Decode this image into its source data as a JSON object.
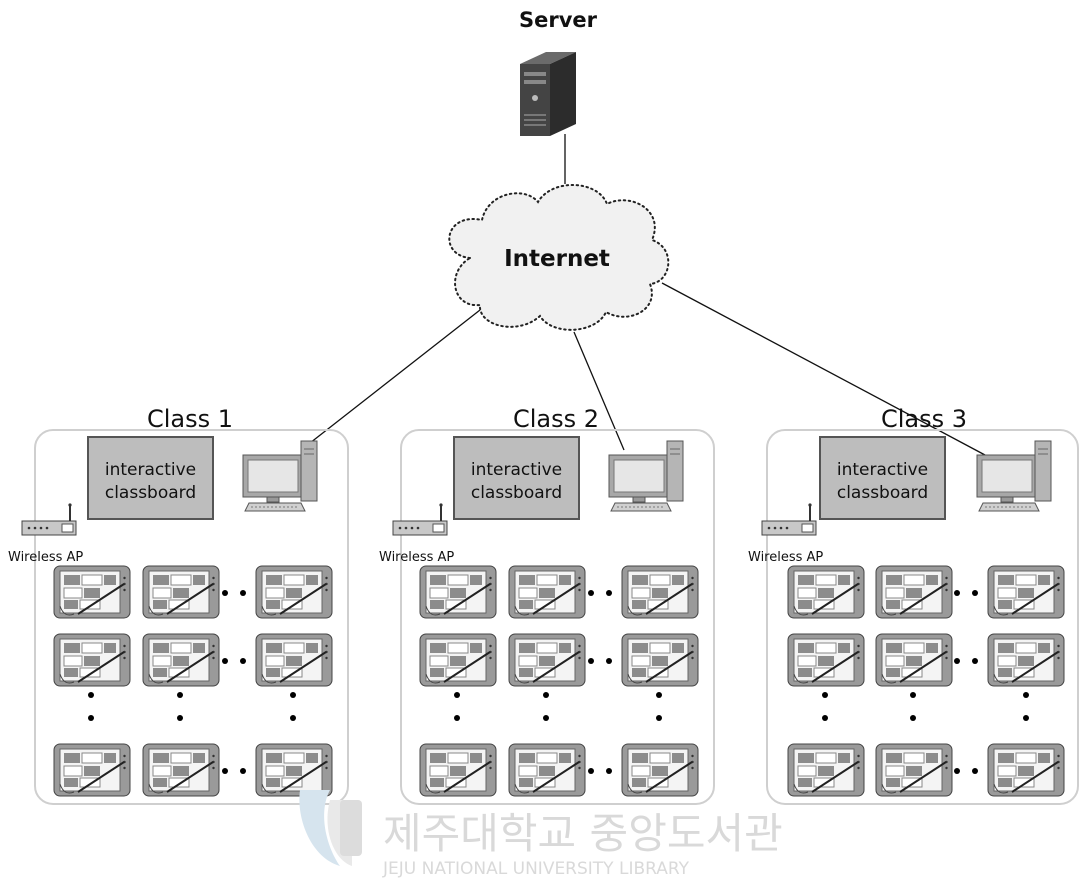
{
  "server": {
    "label": "Server"
  },
  "cloud": {
    "label": "Internet"
  },
  "classes": [
    {
      "title": "Class 1",
      "board_line1": "interactive",
      "board_line2": "classboard",
      "ap_label": "Wireless AP"
    },
    {
      "title": "Class 2",
      "board_line1": "interactive",
      "board_line2": "classboard",
      "ap_label": "Wireless AP"
    },
    {
      "title": "Class 3",
      "board_line1": "interactive",
      "board_line2": "classboard",
      "ap_label": "Wireless AP"
    }
  ],
  "watermark": {
    "korean": "제주대학교 중앙도서관",
    "english": "JEJU NATIONAL UNIVERSITY LIBRARY"
  },
  "colors": {
    "line": "#111111",
    "box_border": "#cfcfcf",
    "board_fill": "#bdbdbd",
    "board_border": "#555555"
  }
}
